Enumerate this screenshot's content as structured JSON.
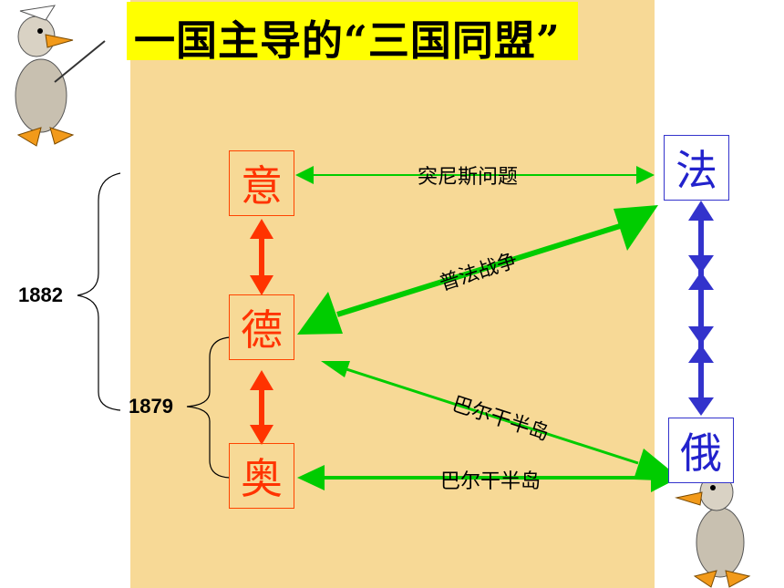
{
  "title": "一国主导的“三国同盟”",
  "nodes": {
    "italy": "意",
    "germany": "德",
    "austria": "奥",
    "france": "法",
    "russia": "俄"
  },
  "years": {
    "triple": "1882",
    "dual": "1879"
  },
  "labels": {
    "tunisia": "突尼斯问题",
    "franco_prussian": "普法战争",
    "balkan_1": "巴尔干半岛",
    "balkan_2": "巴尔干半岛"
  },
  "colors": {
    "panel": "#f7d996",
    "title_highlight": "#ffff00",
    "triple_alliance": "#ff3300",
    "entente": "#3333cc",
    "conflict": "#00cc00"
  }
}
